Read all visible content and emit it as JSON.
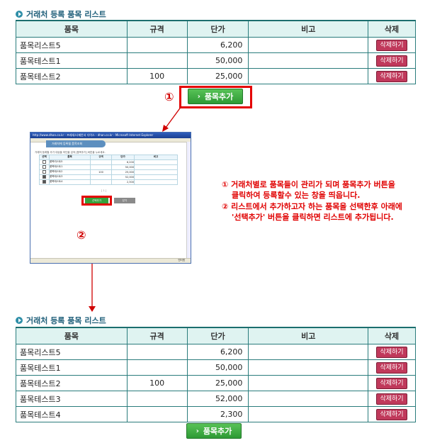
{
  "top_list": {
    "title": "거래처 등록 품목 리스트",
    "headers": [
      "품목",
      "규격",
      "단가",
      "비고",
      "삭제"
    ],
    "rows": [
      {
        "name": "품목리스트5",
        "spec": "",
        "price": "6,200",
        "note": "",
        "delete": "삭제하기"
      },
      {
        "name": "품목테스트1",
        "spec": "",
        "price": "50,000",
        "note": "",
        "delete": "삭제하기"
      },
      {
        "name": "품목테스트2",
        "spec": "100",
        "price": "25,000",
        "note": "",
        "delete": "삭제하기"
      }
    ],
    "add_button": "품목추가"
  },
  "markers": {
    "one": "①",
    "two": "②"
  },
  "popup": {
    "window_title": "http://www.dhan.co.kr - 프레세스(제안서 다이스 - dhan.co.kr - Microsoft Internet Explorer",
    "banner": "거래처에 등록될 품목조회",
    "description": "거래처 등록할 추가 대상을 하단을 검색 [품목추가] 버튼을 누르세요.",
    "headers": [
      "선택",
      "품목",
      "규격",
      "단가",
      "비고"
    ],
    "rows": [
      {
        "checked": false,
        "name": "품목리스트5",
        "spec": "",
        "price": "6,200"
      },
      {
        "checked": false,
        "name": "품목테스트1",
        "spec": "",
        "price": "50,000"
      },
      {
        "checked": false,
        "name": "품목테스트2",
        "spec": "100",
        "price": "25,000"
      },
      {
        "checked": true,
        "name": "품목테스트3",
        "spec": "",
        "price": "52,000"
      },
      {
        "checked": true,
        "name": "품목테스트4",
        "spec": "",
        "price": "2,300"
      }
    ],
    "paging": "[ 1 ]",
    "select_add_button": "선택추가",
    "close_button": "닫기",
    "status": "인터넷"
  },
  "annotation": {
    "line1": "① 거래처별로 품목들이 관리가 되며 품목추가 버튼을",
    "line2": "클릭하여 등록할수 있는 창을 띄웁니다.",
    "line3": "② 리스트에서 추가하고자 하는 품목을 선택한후 아래에",
    "line4": "'선택추가' 버튼을 클릭하면 리스트에 추가됩니다."
  },
  "bottom_list": {
    "title": "거래처 등록 품목 리스트",
    "headers": [
      "품목",
      "규격",
      "단가",
      "비고",
      "삭제"
    ],
    "rows": [
      {
        "name": "품목리스트5",
        "spec": "",
        "price": "6,200",
        "note": "",
        "delete": "삭제하기"
      },
      {
        "name": "품목테스트1",
        "spec": "",
        "price": "50,000",
        "note": "",
        "delete": "삭제하기"
      },
      {
        "name": "품목테스트2",
        "spec": "100",
        "price": "25,000",
        "note": "",
        "delete": "삭제하기"
      },
      {
        "name": "품목테스트3",
        "spec": "",
        "price": "52,000",
        "note": "",
        "delete": "삭제하기"
      },
      {
        "name": "품목테스트4",
        "spec": "",
        "price": "2,300",
        "note": "",
        "delete": "삭제하기"
      }
    ],
    "add_button": "품목추가"
  },
  "colors": {
    "accent_green": "#2e9a35",
    "delete_red": "#c0395b",
    "annotation_red": "#e00000",
    "table_border": "#2a7c7c"
  }
}
